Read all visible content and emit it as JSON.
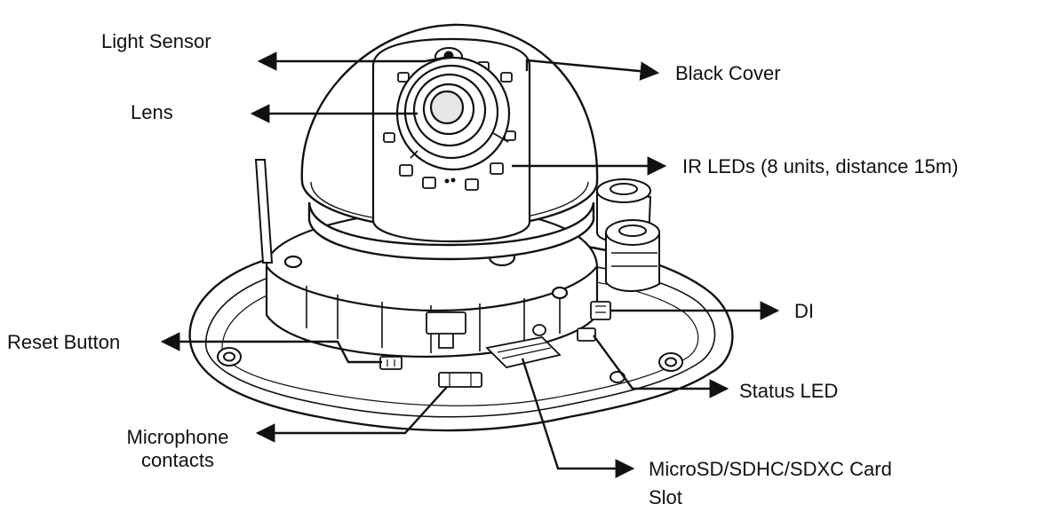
{
  "figure": {
    "labels": {
      "light_sensor": "Light Sensor",
      "lens": "Lens",
      "black_cover": "Black Cover",
      "ir_leds": "IR LEDs (8 units, distance 15m)",
      "di": "DI",
      "reset_button": "Reset Button",
      "status_led": "Status LED",
      "microphone_line1": "Microphone",
      "microphone_line2": "contacts",
      "card_slot_line1": "MicroSD/SDHC/SDXC Card",
      "card_slot_line2": "Slot"
    },
    "colors": {
      "line": "#111111",
      "fill": "#ffffff",
      "shade": "#e6e6e6"
    }
  }
}
